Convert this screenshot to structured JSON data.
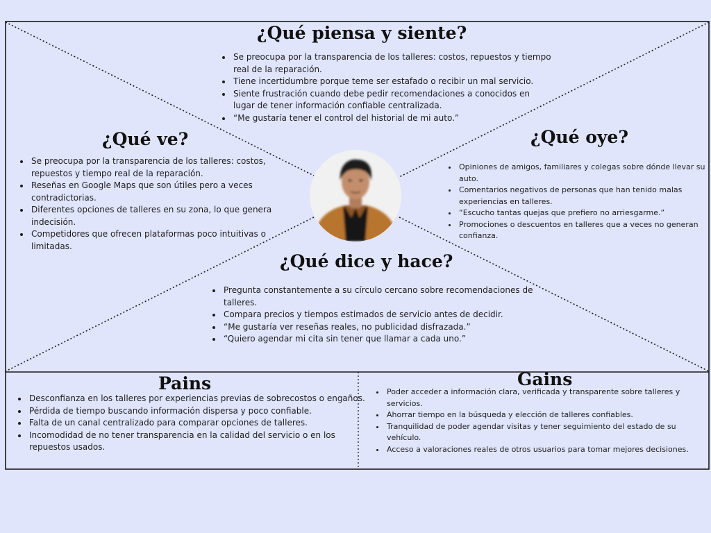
{
  "sections": {
    "piensa": {
      "title": "¿Qué piensa y siente?",
      "items": [
        "Se preocupa por la transparencia de los talleres: costos, repuestos y tiempo real de la reparación.",
        "Tiene incertidumbre porque teme ser estafado o recibir un mal servicio.",
        "Siente frustración cuando debe pedir recomendaciones a conocidos en lugar de tener información confiable centralizada.",
        "“Me gustaría tener el control del historial de mi auto.”"
      ]
    },
    "ve": {
      "title": "¿Qué ve?",
      "items": [
        "Se preocupa por la transparencia de los talleres: costos, repuestos y tiempo real de la reparación.",
        "Reseñas en Google Maps que son útiles pero a veces contradictorias.",
        "Diferentes opciones de talleres en su zona, lo que genera indecisión.",
        "Competidores que ofrecen plataformas poco intuitivas o limitadas."
      ]
    },
    "oye": {
      "title": "¿Qué oye?",
      "items": [
        "Opiniones de amigos, familiares y colegas sobre dónde llevar su auto.",
        "Comentarios negativos de personas que han tenido malas experiencias en talleres.",
        "“Escucho tantas quejas que prefiero no arriesgarme.”",
        "Promociones o descuentos en talleres que a veces no generan confianza."
      ]
    },
    "dice": {
      "title": "¿Qué dice y hace?",
      "items": [
        "Pregunta constantemente a su círculo cercano sobre recomendaciones de talleres.",
        "Compara precios y tiempos estimados de servicio antes de decidir.",
        "“Me gustaría ver reseñas reales, no publicidad disfrazada.”",
        "“Quiero agendar mi cita sin tener que llamar a cada uno.”"
      ]
    },
    "pains": {
      "title": "Pains",
      "items": [
        "Desconfianza en los talleres por experiencias previas de sobrecostos o engaños.",
        "Pérdida de tiempo buscando información dispersa y poco confiable.",
        "Falta de un canal centralizado para comparar opciones de talleres.",
        "Incomodidad de no tener transparencia en la calidad del servicio o en los repuestos usados."
      ]
    },
    "gains": {
      "title": "Gains",
      "items": [
        "Poder acceder a información clara, verificada y transparente sobre talleres y servicios.",
        "Ahorrar tiempo en la búsqueda y elección de talleres confiables.",
        "Tranquilidad de poder agendar visitas y tener seguimiento del estado de su vehículo.",
        "Acceso a valoraciones reales de otros usuarios para tomar mejores decisiones."
      ]
    }
  },
  "colors": {
    "background": "#e0e5fb",
    "border": "#1a1a1a",
    "text": "#1e1e1e",
    "avatar_jacket": "#b8742e",
    "avatar_shirt": "#161616"
  },
  "icons": {
    "avatar": "person-photo"
  }
}
